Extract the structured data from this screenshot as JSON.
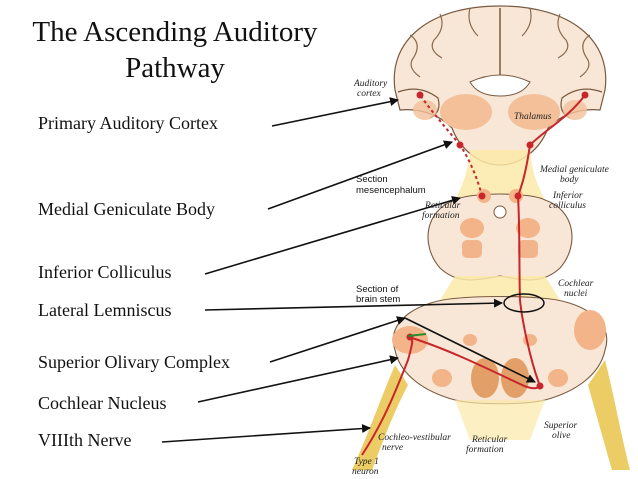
{
  "title_line1": "The Ascending Auditory",
  "title_line2": "Pathway",
  "labels": [
    "Primary Auditory Cortex",
    "Medial Geniculate Body",
    "Inferior Colliculus",
    "Lateral Lemniscus",
    "Superior Olivary Complex",
    "Cochlear Nucleus",
    "VIIIth Nerve"
  ],
  "figure": {
    "auditory_cortex": [
      "Auditory",
      "cortex"
    ],
    "thalamus": "Thalamus",
    "medial_geniculate": [
      "Medial geniculate",
      "body"
    ],
    "section_mesencephalum": [
      "Section",
      "mesencephalum"
    ],
    "inferior_colliculus": [
      "Inferior",
      "colliculus"
    ],
    "reticular_formation_upper": [
      "Reticular",
      "formation"
    ],
    "section_brain_stem": [
      "Section of",
      "brain stem"
    ],
    "cochlear_nuclei": [
      "Cochlear",
      "nuclei"
    ],
    "superior_olive": [
      "Superior",
      "olive"
    ],
    "cochleo_vestibular": [
      "Cochleo-vestibular",
      "nerve"
    ],
    "reticular_formation_lower": [
      "Reticular",
      "formation"
    ],
    "type1_neuron": [
      "Type 1",
      "neuron"
    ]
  },
  "colors": {
    "pathway": "#c8262b",
    "tissue": "#faebdc",
    "nucleus": "#f3b48a",
    "nerve": "#e7c34a",
    "arrow": "#111111"
  }
}
